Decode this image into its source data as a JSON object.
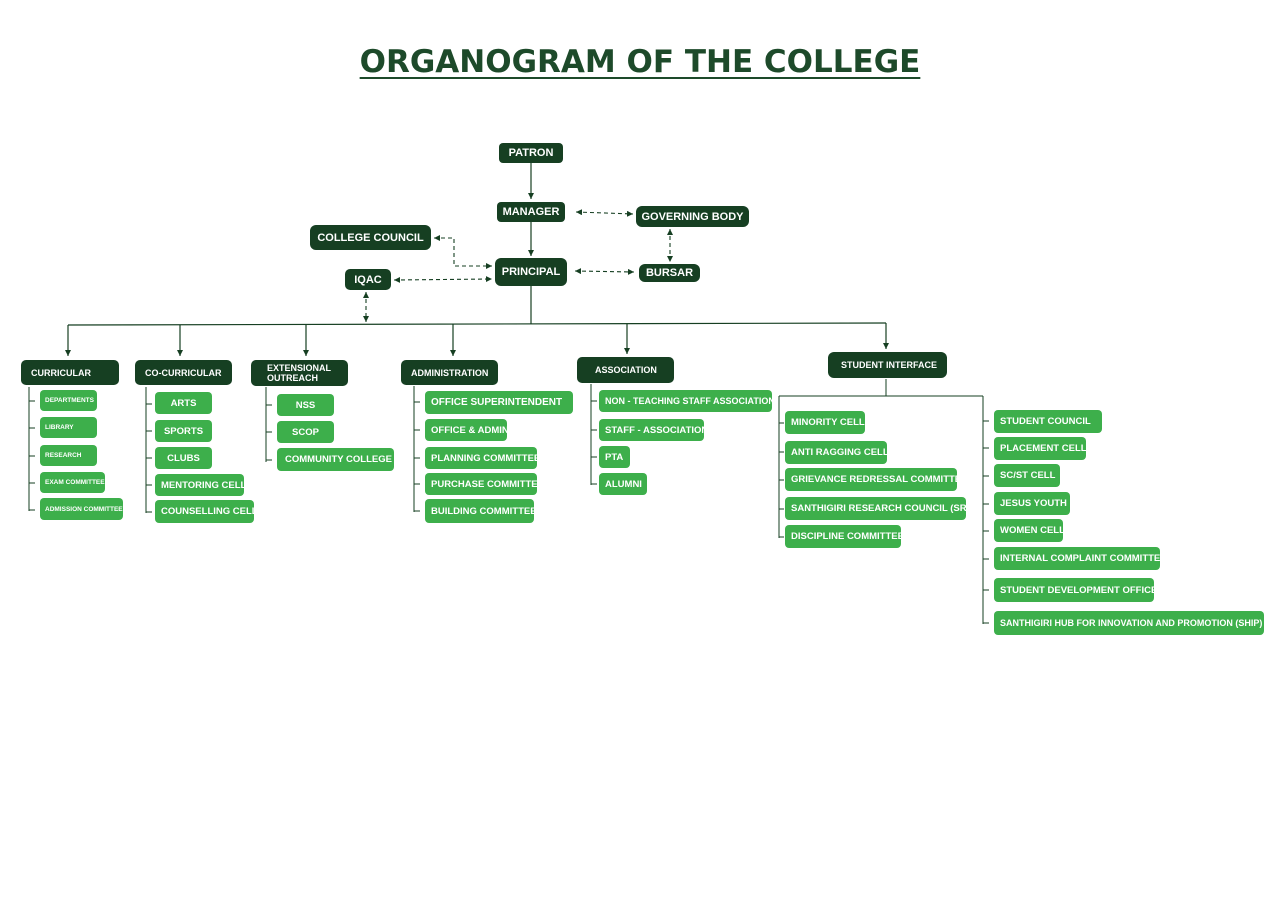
{
  "title": "ORGANOGRAM OF THE COLLEGE",
  "top": {
    "patron": "PATRON",
    "manager": "MANAGER",
    "governing_body": "GOVERNING BODY",
    "college_council": "COLLEGE COUNCIL",
    "principal": "PRINCIPAL",
    "bursar": "BURSAR",
    "iqac": "IQAC"
  },
  "departments": {
    "curricular": {
      "label": "CURRICULAR",
      "items": [
        "DEPARTMENTS",
        "LIBRARY",
        "RESEARCH",
        "EXAM COMMITTEE",
        "ADMISSION COMMITTEE"
      ]
    },
    "co_curricular": {
      "label": "CO-CURRICULAR",
      "items": [
        "ARTS",
        "SPORTS",
        "CLUBS",
        "MENTORING CELL",
        "COUNSELLING CELL"
      ]
    },
    "extensional_outreach": {
      "label_line1": "EXTENSIONAL",
      "label_line2": "OUTREACH",
      "items": [
        "NSS",
        "SCOP",
        "COMMUNITY COLLEGE"
      ]
    },
    "administration": {
      "label": "ADMINISTRATION",
      "items": [
        "OFFICE SUPERINTENDENT",
        "OFFICE & ADMIN",
        "PLANNING COMMITTEE",
        "PURCHASE COMMITTEE",
        "BUILDING COMMITTEE"
      ]
    },
    "association": {
      "label": "ASSOCIATION",
      "items": [
        "NON - TEACHING STAFF ASSOCIATION",
        "STAFF - ASSOCIATION",
        "PTA",
        "ALUMNI"
      ]
    },
    "student_interface": {
      "label": "STUDENT INTERFACE",
      "left_items": [
        "MINORITY CELL",
        "ANTI RAGGING CELL",
        "GRIEVANCE REDRESSAL COMMITTEE",
        "SANTHIGIRI RESEARCH COUNCIL (SRC)",
        "DISCIPLINE COMMITTEE"
      ],
      "right_items": [
        "STUDENT COUNCIL",
        "PLACEMENT CELL",
        "SC/ST CELL",
        "JESUS YOUTH",
        "WOMEN CELL",
        "INTERNAL COMPLAINT COMMITTEE",
        "STUDENT DEVELOPMENT OFFICE",
        "SANTHIGIRI HUB FOR INNOVATION AND PROMOTION (SHIP)"
      ]
    }
  },
  "colors": {
    "dark": "#163f22",
    "light": "#3daf4b",
    "title": "#1d4a2a"
  }
}
